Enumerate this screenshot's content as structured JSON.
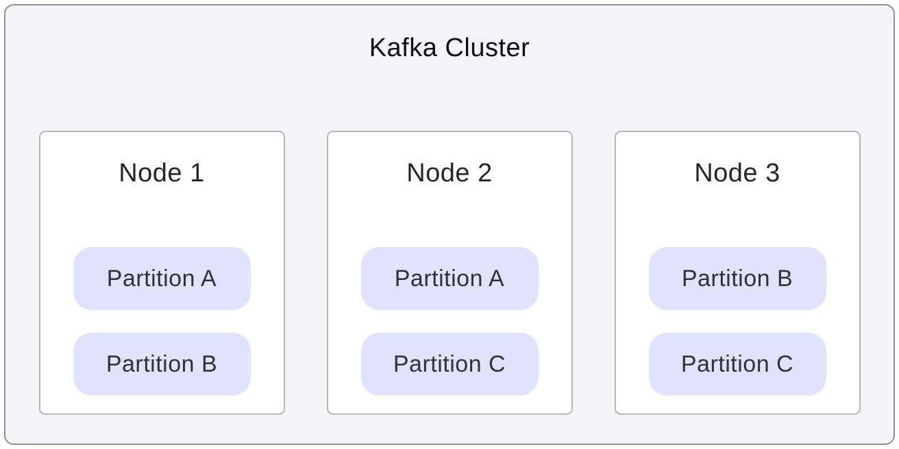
{
  "diagram": {
    "title": "Kafka Cluster",
    "nodes": [
      {
        "label": "Node 1",
        "partitions": [
          "Partition A",
          "Partition B"
        ]
      },
      {
        "label": "Node 2",
        "partitions": [
          "Partition A",
          "Partition C"
        ]
      },
      {
        "label": "Node 3",
        "partitions": [
          "Partition B",
          "Partition C"
        ]
      }
    ],
    "colors": {
      "cluster_background": "#f5f5f7",
      "cluster_border": "#8f8f99",
      "node_background": "#ffffff",
      "node_border": "#b6b6bf",
      "partition_background": "#dfe3fb",
      "title_text": "#0f0f12",
      "node_label_text": "#24262e",
      "partition_label_text": "#2f323a"
    }
  }
}
